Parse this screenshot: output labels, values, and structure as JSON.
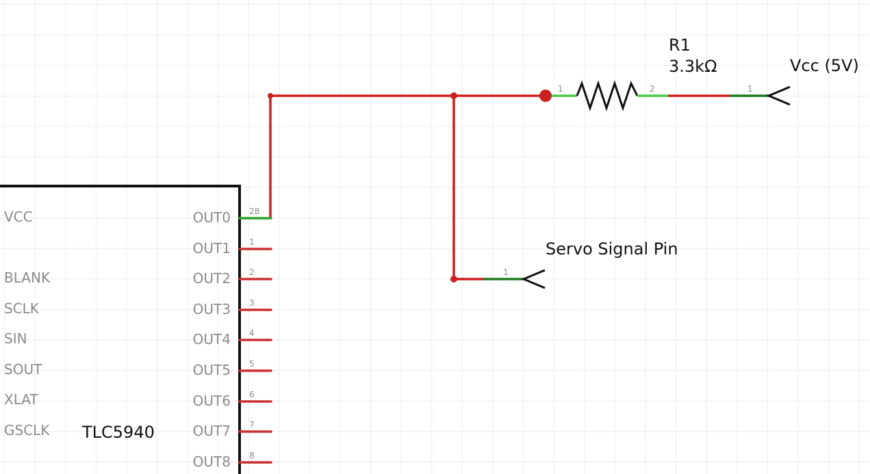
{
  "colors": {
    "wire": "#cc1f1f",
    "pin_connected": "#2fa12f",
    "pin_glow": "#8fe38f",
    "pin_unconnected": "#cc2e2e",
    "part_outline": "#111111",
    "label_gray": "#8a8a8a",
    "grid": "#ececec"
  },
  "chip": {
    "name": "TLC5940",
    "left_pins": [
      "VCC",
      "",
      "BLANK",
      "SCLK",
      "SIN",
      "SOUT",
      "XLAT",
      "GSCLK"
    ],
    "right_pins": [
      {
        "label": "OUT0",
        "number": "28",
        "connected": true
      },
      {
        "label": "OUT1",
        "number": "1",
        "connected": false
      },
      {
        "label": "OUT2",
        "number": "2",
        "connected": false
      },
      {
        "label": "OUT3",
        "number": "3",
        "connected": false
      },
      {
        "label": "OUT4",
        "number": "4",
        "connected": false
      },
      {
        "label": "OUT5",
        "number": "5",
        "connected": false
      },
      {
        "label": "OUT6",
        "number": "6",
        "connected": false
      },
      {
        "label": "OUT7",
        "number": "7",
        "connected": false
      },
      {
        "label": "OUT8",
        "number": "8",
        "connected": false
      }
    ]
  },
  "resistor": {
    "name": "R1",
    "value": "3.3kΩ",
    "pin1": "1",
    "pin2": "2"
  },
  "vcc_port": {
    "label": "Vcc (5V)",
    "pin": "1"
  },
  "servo_port": {
    "label": "Servo Signal Pin",
    "pin": "1"
  }
}
